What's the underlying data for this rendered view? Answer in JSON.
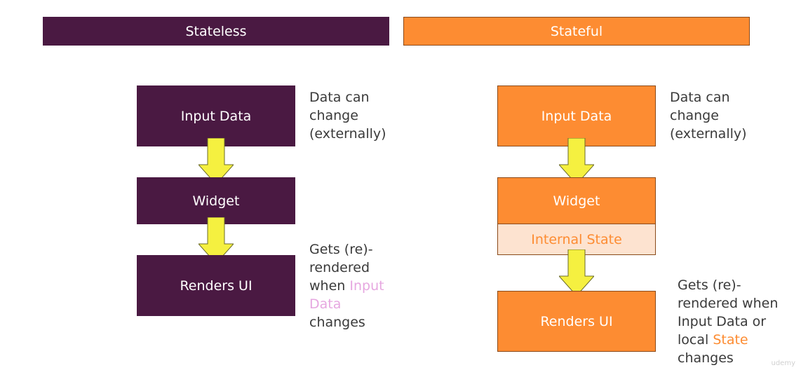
{
  "stateless": {
    "header": "Stateless",
    "input_box": "Input Data",
    "widget_box": "Widget",
    "renders_box": "Renders UI",
    "note_data": [
      "Data can",
      "change",
      "(externally)"
    ],
    "note_rerender": {
      "line1": "Gets (re)-",
      "line2": "rendered",
      "line3_prefix": "when ",
      "line3_highlight": "Input",
      "line4_highlight": "Data",
      "line5": "changes"
    }
  },
  "stateful": {
    "header": "Stateful",
    "input_box": "Input Data",
    "widget_box": "Widget",
    "internal_box": "Internal State",
    "renders_box": "Renders UI",
    "note_data": [
      "Data can",
      "change",
      "(externally)"
    ],
    "note_rerender": {
      "line1": "Gets (re)-",
      "line2": "rendered when",
      "line3": "Input Data or",
      "line4_prefix": "local ",
      "line4_highlight": "State",
      "line5": "changes"
    }
  },
  "colors": {
    "purple": "#4a1942",
    "orange": "#fd8c32",
    "internal_fill": "#fde3d0",
    "arrow_fill": "#f5f040",
    "highlight_pink": "#e6a7e0"
  },
  "watermark": "udemy"
}
